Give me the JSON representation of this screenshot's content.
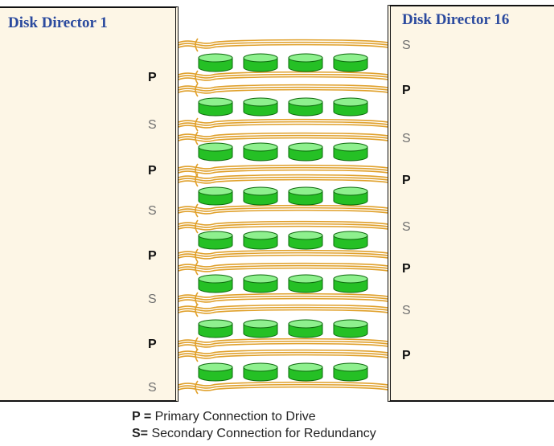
{
  "directors": {
    "left": {
      "title": "Disk Director 1",
      "ports": [
        "P",
        "S",
        "P",
        "S",
        "P",
        "S",
        "P",
        "S"
      ]
    },
    "right": {
      "title": "Disk Director 16",
      "ports": [
        "S",
        "P",
        "S",
        "P",
        "S",
        "P",
        "S",
        "P"
      ]
    }
  },
  "disk_array": {
    "rows": 8,
    "disks_per_row": 4
  },
  "colors": {
    "disk": "#25c025",
    "disk_top": "#8ef08e",
    "disk_edge": "#0d6a0d",
    "cable": "#e0a02a",
    "director_bg": "#fdf6e6",
    "title": "#2b4a9e",
    "secondary_label": "#707070"
  },
  "legend": [
    {
      "key": "P =",
      "text": " Primary Connection to Drive"
    },
    {
      "key": "S=",
      "text": " Secondary Connection for Redundancy"
    }
  ]
}
